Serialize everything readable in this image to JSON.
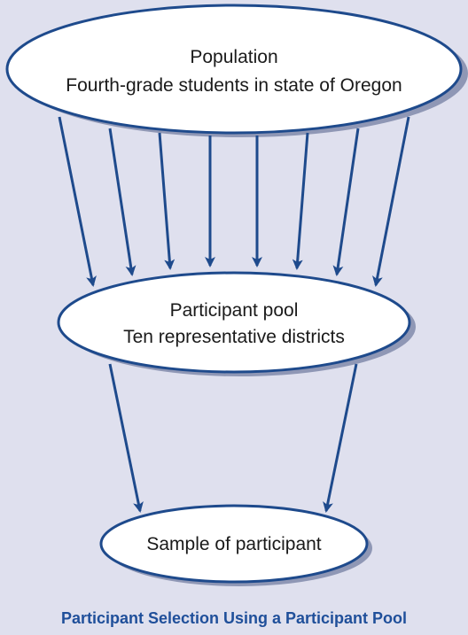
{
  "diagram": {
    "population": {
      "line1": "Population",
      "line2": "Fourth-grade students in state of Oregon"
    },
    "pool": {
      "line1": "Participant pool",
      "line2": "Ten representative districts"
    },
    "sample": {
      "label": "Sample of participant"
    },
    "caption": "Participant Selection Using a Participant Pool",
    "colors": {
      "background": "#dfe0ee",
      "node_fill": "#ffffff",
      "node_stroke": "#1e4a8c",
      "shadow": "#8f97b5",
      "arrow": "#1e4a8c",
      "caption": "#1f4f9a"
    }
  }
}
